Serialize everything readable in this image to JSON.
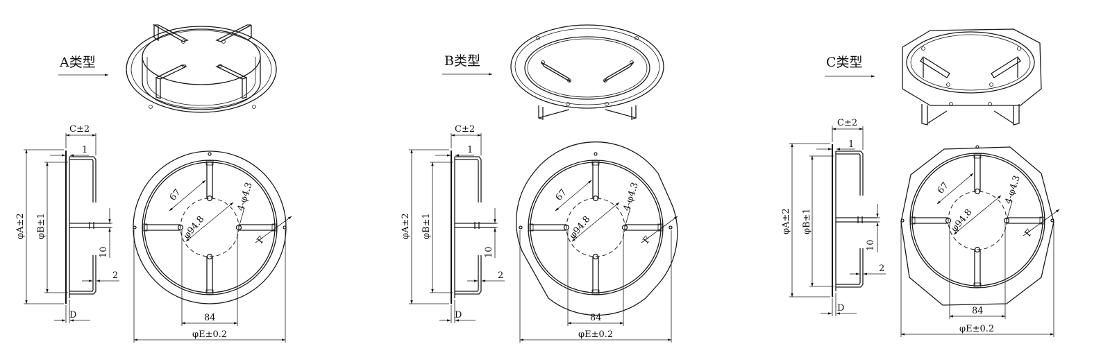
{
  "types": [
    {
      "title": "A类型",
      "side": {
        "c": "C±2",
        "one": "1",
        "a": "φA±2",
        "b": "φB±1",
        "ten": "10",
        "two": "2",
        "d": "D"
      },
      "front": {
        "r67": "67",
        "hole": "4-φ4.3",
        "pcd": "φ94.8",
        "f": "F",
        "w84": "84",
        "e": "φE±0.2"
      }
    },
    {
      "title": "B类型",
      "side": {
        "c": "C±2",
        "one": "1",
        "a": "φA±2",
        "b": "φB±1",
        "ten": "10",
        "two": "2",
        "d": "D"
      },
      "front": {
        "r67": "67",
        "hole": "4-φ4.3",
        "pcd": "φ94.8",
        "f": "F",
        "w84": "84",
        "e": "φE±0.2"
      }
    },
    {
      "title": "C类型",
      "side": {
        "c": "C±2",
        "one": "1",
        "a": "φA±2",
        "b": "φB±1",
        "ten": "10",
        "two": "2",
        "d": "D"
      },
      "front": {
        "r67": "67",
        "hole": "4-φ4.3",
        "pcd": "φ94.8",
        "f": "F",
        "w84": "84",
        "e": "φE±0.2"
      }
    }
  ]
}
